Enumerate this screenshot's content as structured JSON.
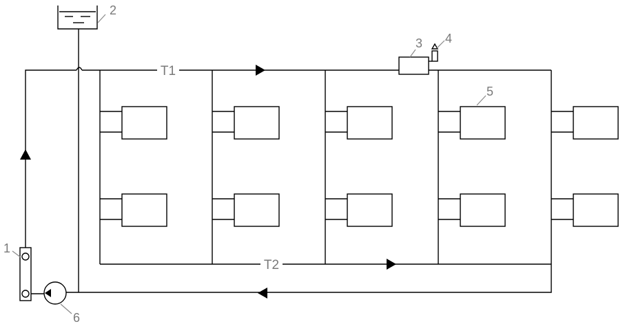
{
  "diagram": {
    "pipe_labels": {
      "supply": "T1",
      "return": "T2"
    },
    "component_numbers": {
      "boiler": "1",
      "expansion_tank": "2",
      "unit_3": "3",
      "air_vent": "4",
      "radiator": "5",
      "pump": "6"
    },
    "colors": {
      "line": "#000000",
      "label": "#7a7a7a",
      "background": "#ffffff"
    }
  }
}
